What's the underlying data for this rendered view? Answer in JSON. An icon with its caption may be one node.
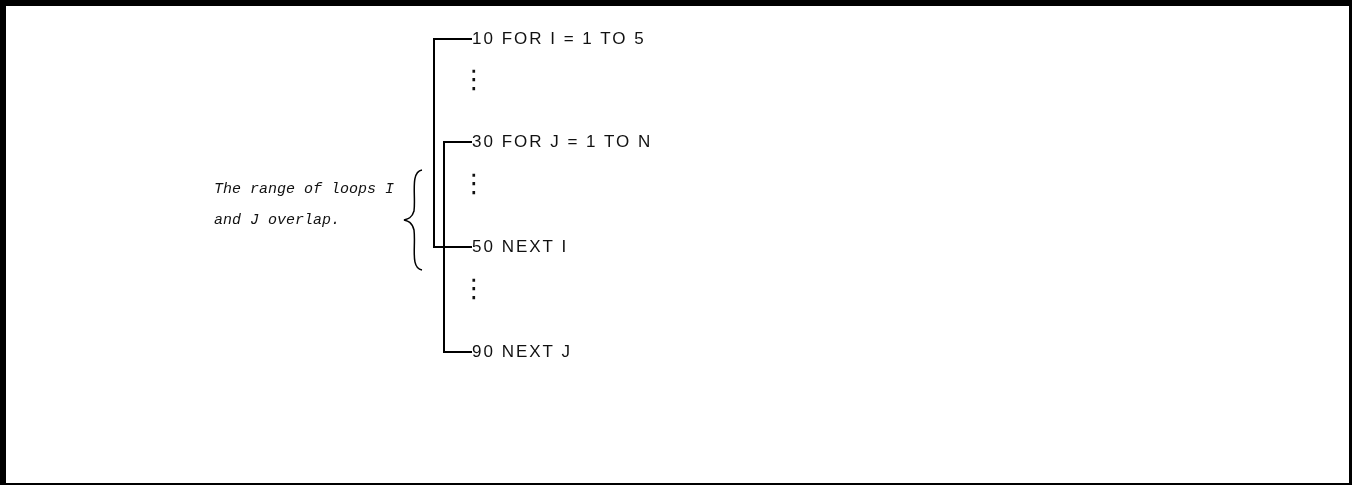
{
  "diagram": {
    "nodes": [
      {
        "text": [
          "10 FOR I = 1 TO 5"
        ]
      },
      {
        "text": [
          "30 FOR J = 1 TO N"
        ]
      },
      {
        "text": [
          "50 NEXT I"
        ]
      },
      {
        "text": [
          "90 NEXT J"
        ]
      }
    ],
    "edges": [
      {
        "from": 0,
        "to": 2,
        "arrow": "none"
      },
      {
        "from": 1,
        "to": 3,
        "arrow": "none"
      }
    ],
    "labels": [
      "⋮",
      "The range of loops I and J overlap.",
      "⋮",
      "⋮"
    ]
  }
}
